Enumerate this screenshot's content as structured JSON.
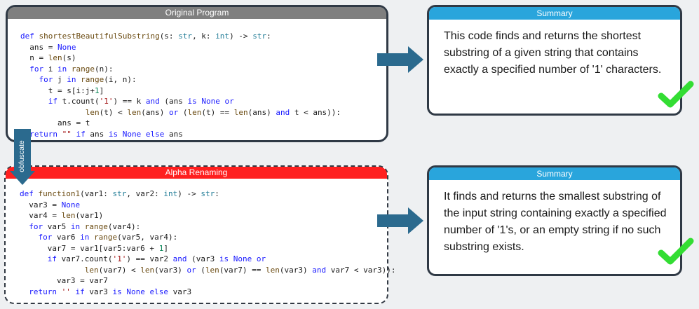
{
  "original": {
    "title": "Original Program",
    "code_lines": [
      "def shortestBeautifulSubstring(s: str, k: int) -> str:",
      "    ans = None",
      "    n = len(s)",
      "    for i in range(n):",
      "        for j in range(i, n):",
      "            t = s[i:j+1]",
      "            if t.count('1') == k and (ans is None or",
      "                    len(t) < len(ans) or (len(t) == len(ans) and t < ans)):",
      "                ans = t",
      "    return \"\" if ans is None else ans"
    ]
  },
  "obfuscate_label": "obfuscate",
  "alpha": {
    "title": "Alpha Renaming",
    "code_lines": [
      "def function1(var1: str, var2: int) -> str:",
      "    var3 = None",
      "    var4 = len(var1)",
      "    for var5 in range(var4):",
      "        for var6 in range(var5, var4):",
      "            var7 = var1[var5:var6 + 1]",
      "            if var7.count('1') == var2 and (var3 is None or",
      "                    len(var7) < len(var3) or (len(var7) == len(var3) and var7 < var3)):",
      "                var3 = var7",
      "    return '' if var3 is None else var3"
    ]
  },
  "summary1": {
    "title": "Summary",
    "text": "This code finds and returns the shortest substring of a given string that contains exactly a specified number of '1' characters."
  },
  "summary2": {
    "title": "Summary",
    "text": "It finds and returns the smallest substring of the input string containing exactly a specified number of '1's, or an empty string if no such substring exists."
  },
  "colors": {
    "arrow": "#2b6a8e",
    "check": "#33dd33",
    "original_header": "#7f7f7f",
    "alpha_header": "#ff1f1f",
    "summary_header": "#29a5dc"
  },
  "icons": [
    "right-arrow-icon",
    "down-arrow-icon",
    "checkmark-icon"
  ]
}
